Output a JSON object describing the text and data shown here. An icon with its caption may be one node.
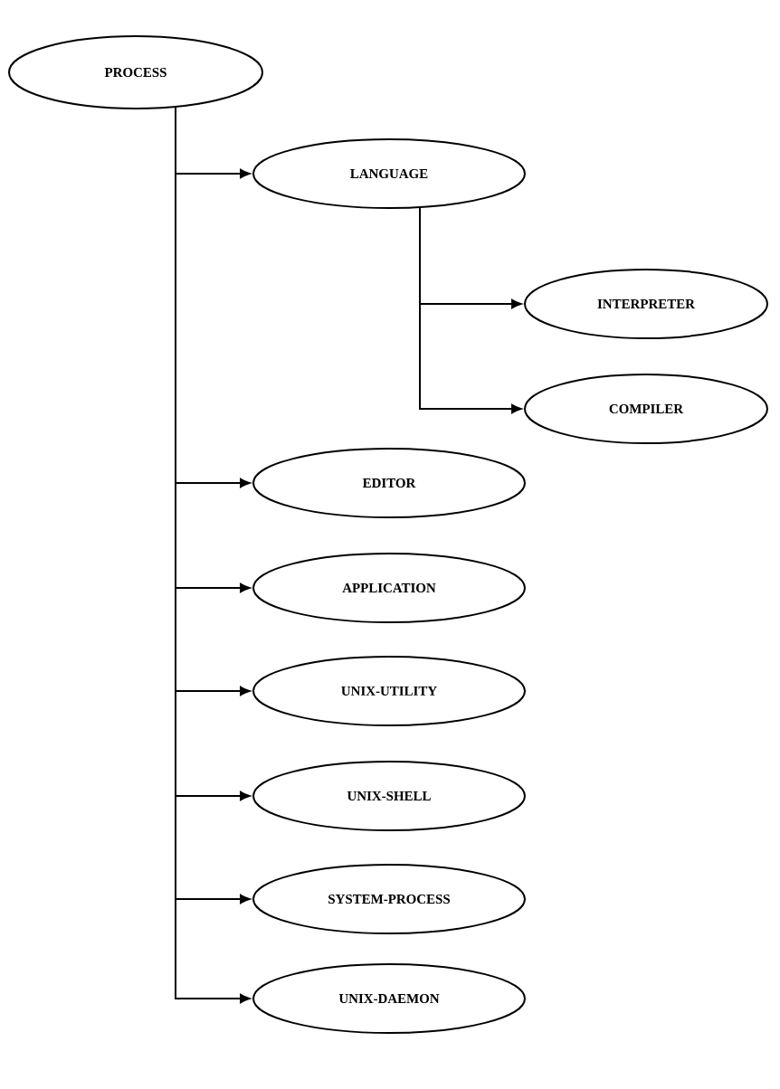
{
  "diagram": {
    "nodes": [
      {
        "text": [
          "PROCESS"
        ]
      },
      {
        "text": [
          "LANGUAGE"
        ]
      },
      {
        "text": [
          "INTERPRETER"
        ]
      },
      {
        "text": [
          "COMPILER"
        ]
      },
      {
        "text": [
          "EDITOR"
        ]
      },
      {
        "text": [
          "APPLICATION"
        ]
      },
      {
        "text": [
          "UNIX-UTILITY"
        ]
      },
      {
        "text": [
          "UNIX-SHELL"
        ]
      },
      {
        "text": [
          "SYSTEM-PROCESS"
        ]
      },
      {
        "text": [
          "UNIX-DAEMON"
        ]
      }
    ],
    "edges": [
      {
        "from": 0,
        "to": 1,
        "arrow": "to"
      },
      {
        "from": 1,
        "to": 2,
        "arrow": "to"
      },
      {
        "from": 1,
        "to": 3,
        "arrow": "to"
      },
      {
        "from": 0,
        "to": 4,
        "arrow": "to"
      },
      {
        "from": 0,
        "to": 5,
        "arrow": "to"
      },
      {
        "from": 0,
        "to": 6,
        "arrow": "to"
      },
      {
        "from": 0,
        "to": 7,
        "arrow": "to"
      },
      {
        "from": 0,
        "to": 8,
        "arrow": "to"
      },
      {
        "from": 0,
        "to": 9,
        "arrow": "to"
      }
    ]
  }
}
